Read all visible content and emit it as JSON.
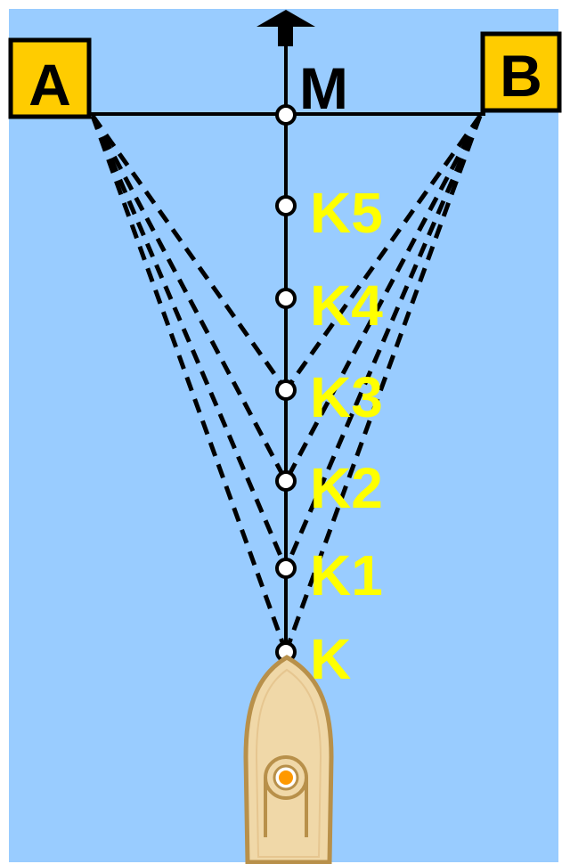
{
  "landmarks": {
    "a_label": "A",
    "b_label": "B",
    "m_label": "M"
  },
  "course_points": [
    "K5",
    "K4",
    "K3",
    "K2",
    "K1",
    "K"
  ],
  "colors": {
    "water": "#99ccff",
    "landmark_fill": "#ffcc00",
    "point_label": "#ffff00",
    "line": "#000000",
    "boat_hull": "#f0d8a8",
    "boat_outline": "#b8904a",
    "boat_light": "#ff9900"
  },
  "icons": {
    "north_arrow": "up-arrow-icon",
    "boat": "boat-icon"
  }
}
